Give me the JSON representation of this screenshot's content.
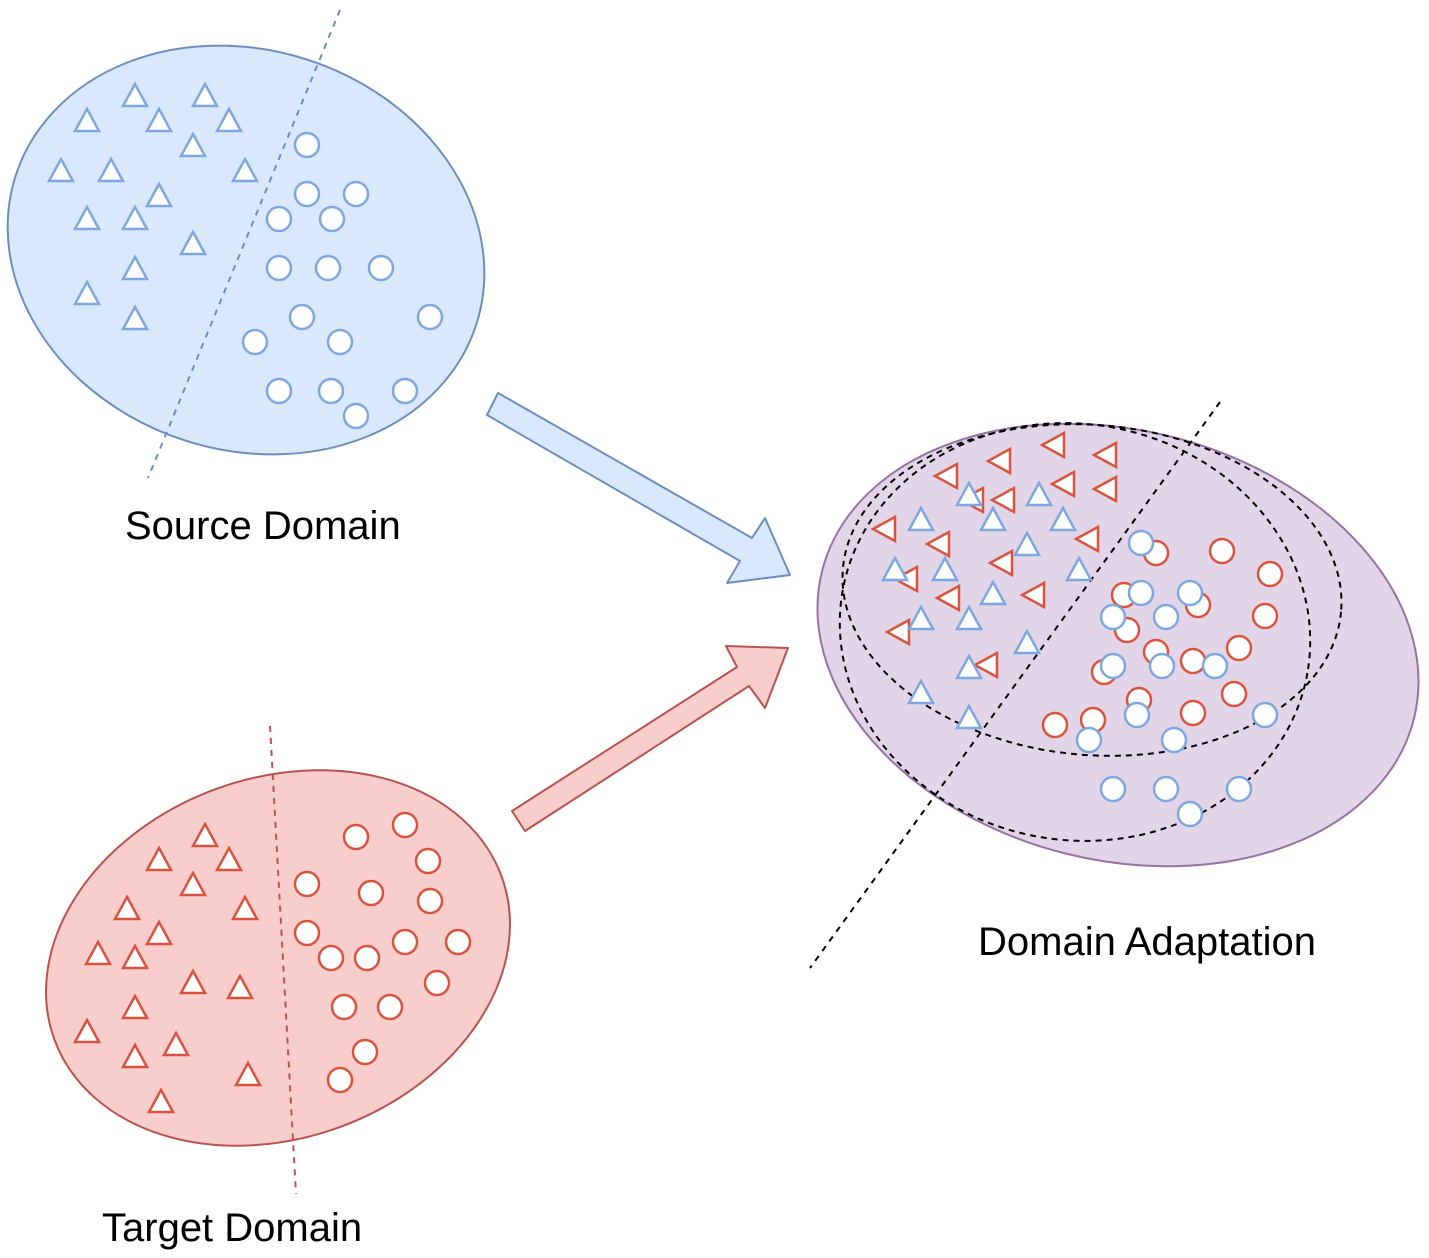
{
  "labels": {
    "source": "Source Domain",
    "target": "Target Domain",
    "adaptation": "Domain Adaptation"
  },
  "colors": {
    "source_fill": "#dae8fc",
    "source_stroke": "#6c8ebf",
    "source_marker": "#7ea6e0",
    "target_fill": "#f8cecc",
    "target_stroke": "#b85450",
    "target_marker": "#d9533f",
    "adaptation_fill": "#e1d5e7",
    "adaptation_stroke": "#9673a6",
    "boundary": "#000000"
  }
}
